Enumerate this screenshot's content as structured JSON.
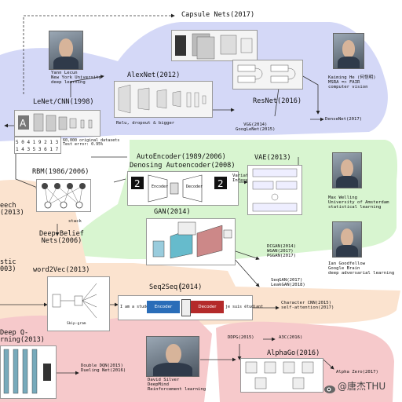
{
  "labels": {
    "capsule": "Capsule Nets(2017)",
    "lecun_caption": "Yann Lecun\nNew York University\ndeep learning",
    "alexnet": "AlexNet(2012)",
    "lenet": "LeNet/CNN(1998)",
    "relu": "Relu, dropout & bigger",
    "resnet": "ResNet(2016)",
    "vgg": "VGG(2014)\nGoogLeNet(2015)",
    "densenet": "DenseNet(2017)",
    "kaiming_caption": "Kaiming He (何恺明)\nMSRA => FAIR\ncomputer vision",
    "autoencoder": "AutoEncoder(1989/2006)",
    "denoising": "Denosing Autoencoder(2008)",
    "vae": "VAE(2013)",
    "variational": "Variational\nInference",
    "rbm": "RBM(1986/2006)",
    "speech": "eech\n(2013)",
    "stack": "stack",
    "dbn": "Deep Belief\nNets(2006)",
    "gan": "GAN(2014)",
    "welling_caption": "Max Welling\nUniversity of Amsterdam\nstatistical learning",
    "goodfellow_caption": "Ian Goodfellow\nGoogle Brain\ndeep adversarial learning",
    "dcgan": "DCGAN(2014)\nWGAN(2017)\nPGGAN(2017)",
    "word2vec": "word2Vec(2013)",
    "stic": "stic\n003)",
    "seq2seq": "Seq2Seq(2014)",
    "seqgan": "SeqGAN(2017)\nLeakGAN(2018)",
    "charcnn": "Character CNN(2015)\nself-attention(2017)",
    "encoder": "Encoder",
    "decoder": "Decoder",
    "input_sentence": "I am a student",
    "output_sentence": "je suis étudiant",
    "dqn": "Deep Q-\nrning(2013)",
    "double_dqn": "Double DQN(2015)\nDueling Net(2016)",
    "silver_caption": "David Silver\nDeepMind\nReinforcement learning",
    "ddpg": "DDPG(2015)",
    "a3c": "A3C(2016)",
    "alphago": "AlphaGo(2016)",
    "alphazero": "Alpha Zero(2017)",
    "watermark": "@唐杰THU",
    "dataset_note": "60,000 original datasets\nTest error: 0.95%",
    "skipgram": "Skip-gram",
    "enc_short": "Encoder",
    "dec_short": "Decoder"
  },
  "colors": {
    "blue_region": "#d4d8f7",
    "green_region": "#d8f5d0",
    "orange_region": "#fbe3cf",
    "pink_region": "#f6c9cb",
    "encoder_blue": "#2a6db8",
    "decoder_red": "#b42a2a"
  },
  "icons": [
    "weibo-icon"
  ]
}
